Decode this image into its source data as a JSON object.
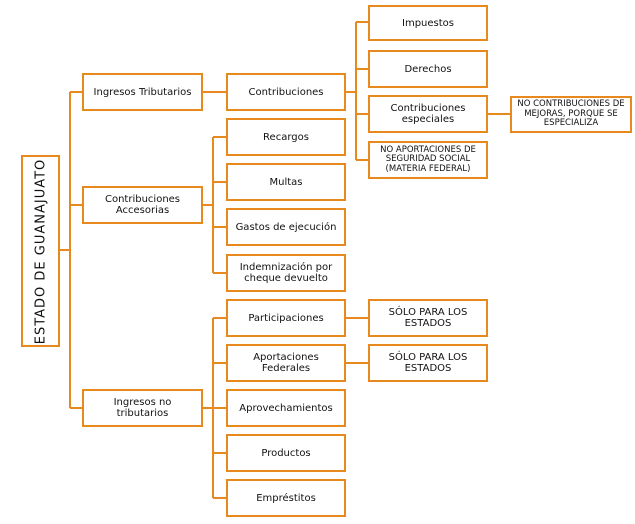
{
  "root": "ESTADO DE GUANAJUATO",
  "level1": {
    "tributarios": "Ingresos Tributarios",
    "accesorias": "Contribuciones Accesorias",
    "no_tributarios": "Ingresos no tributarios"
  },
  "contribuciones": "Contribuciones",
  "tributarios_items": [
    "Impuestos",
    "Derechos",
    "Contribuciones especiales",
    "NO APORTACIONES DE SEGURIDAD SOCIAL (MATERIA FEDERAL)"
  ],
  "especiales_note": "NO CONTRIBUCIONES DE MEJORAS, PORQUE SE ESPECIALIZA",
  "accesorias_items": [
    "Recargos",
    "Multas",
    "Gastos de ejecución",
    "Indemnización por cheque devuelto"
  ],
  "no_tributarios_items": [
    "Participaciones",
    "Aportaciones Federales",
    "Aprovechamientos",
    "Productos",
    "Empréstitos"
  ],
  "estados_notes": [
    "SÓLO PARA LOS ESTADOS",
    "SÓLO PARA LOS ESTADOS"
  ],
  "colors": {
    "border": "#E8891E",
    "line": "#E8891E"
  }
}
